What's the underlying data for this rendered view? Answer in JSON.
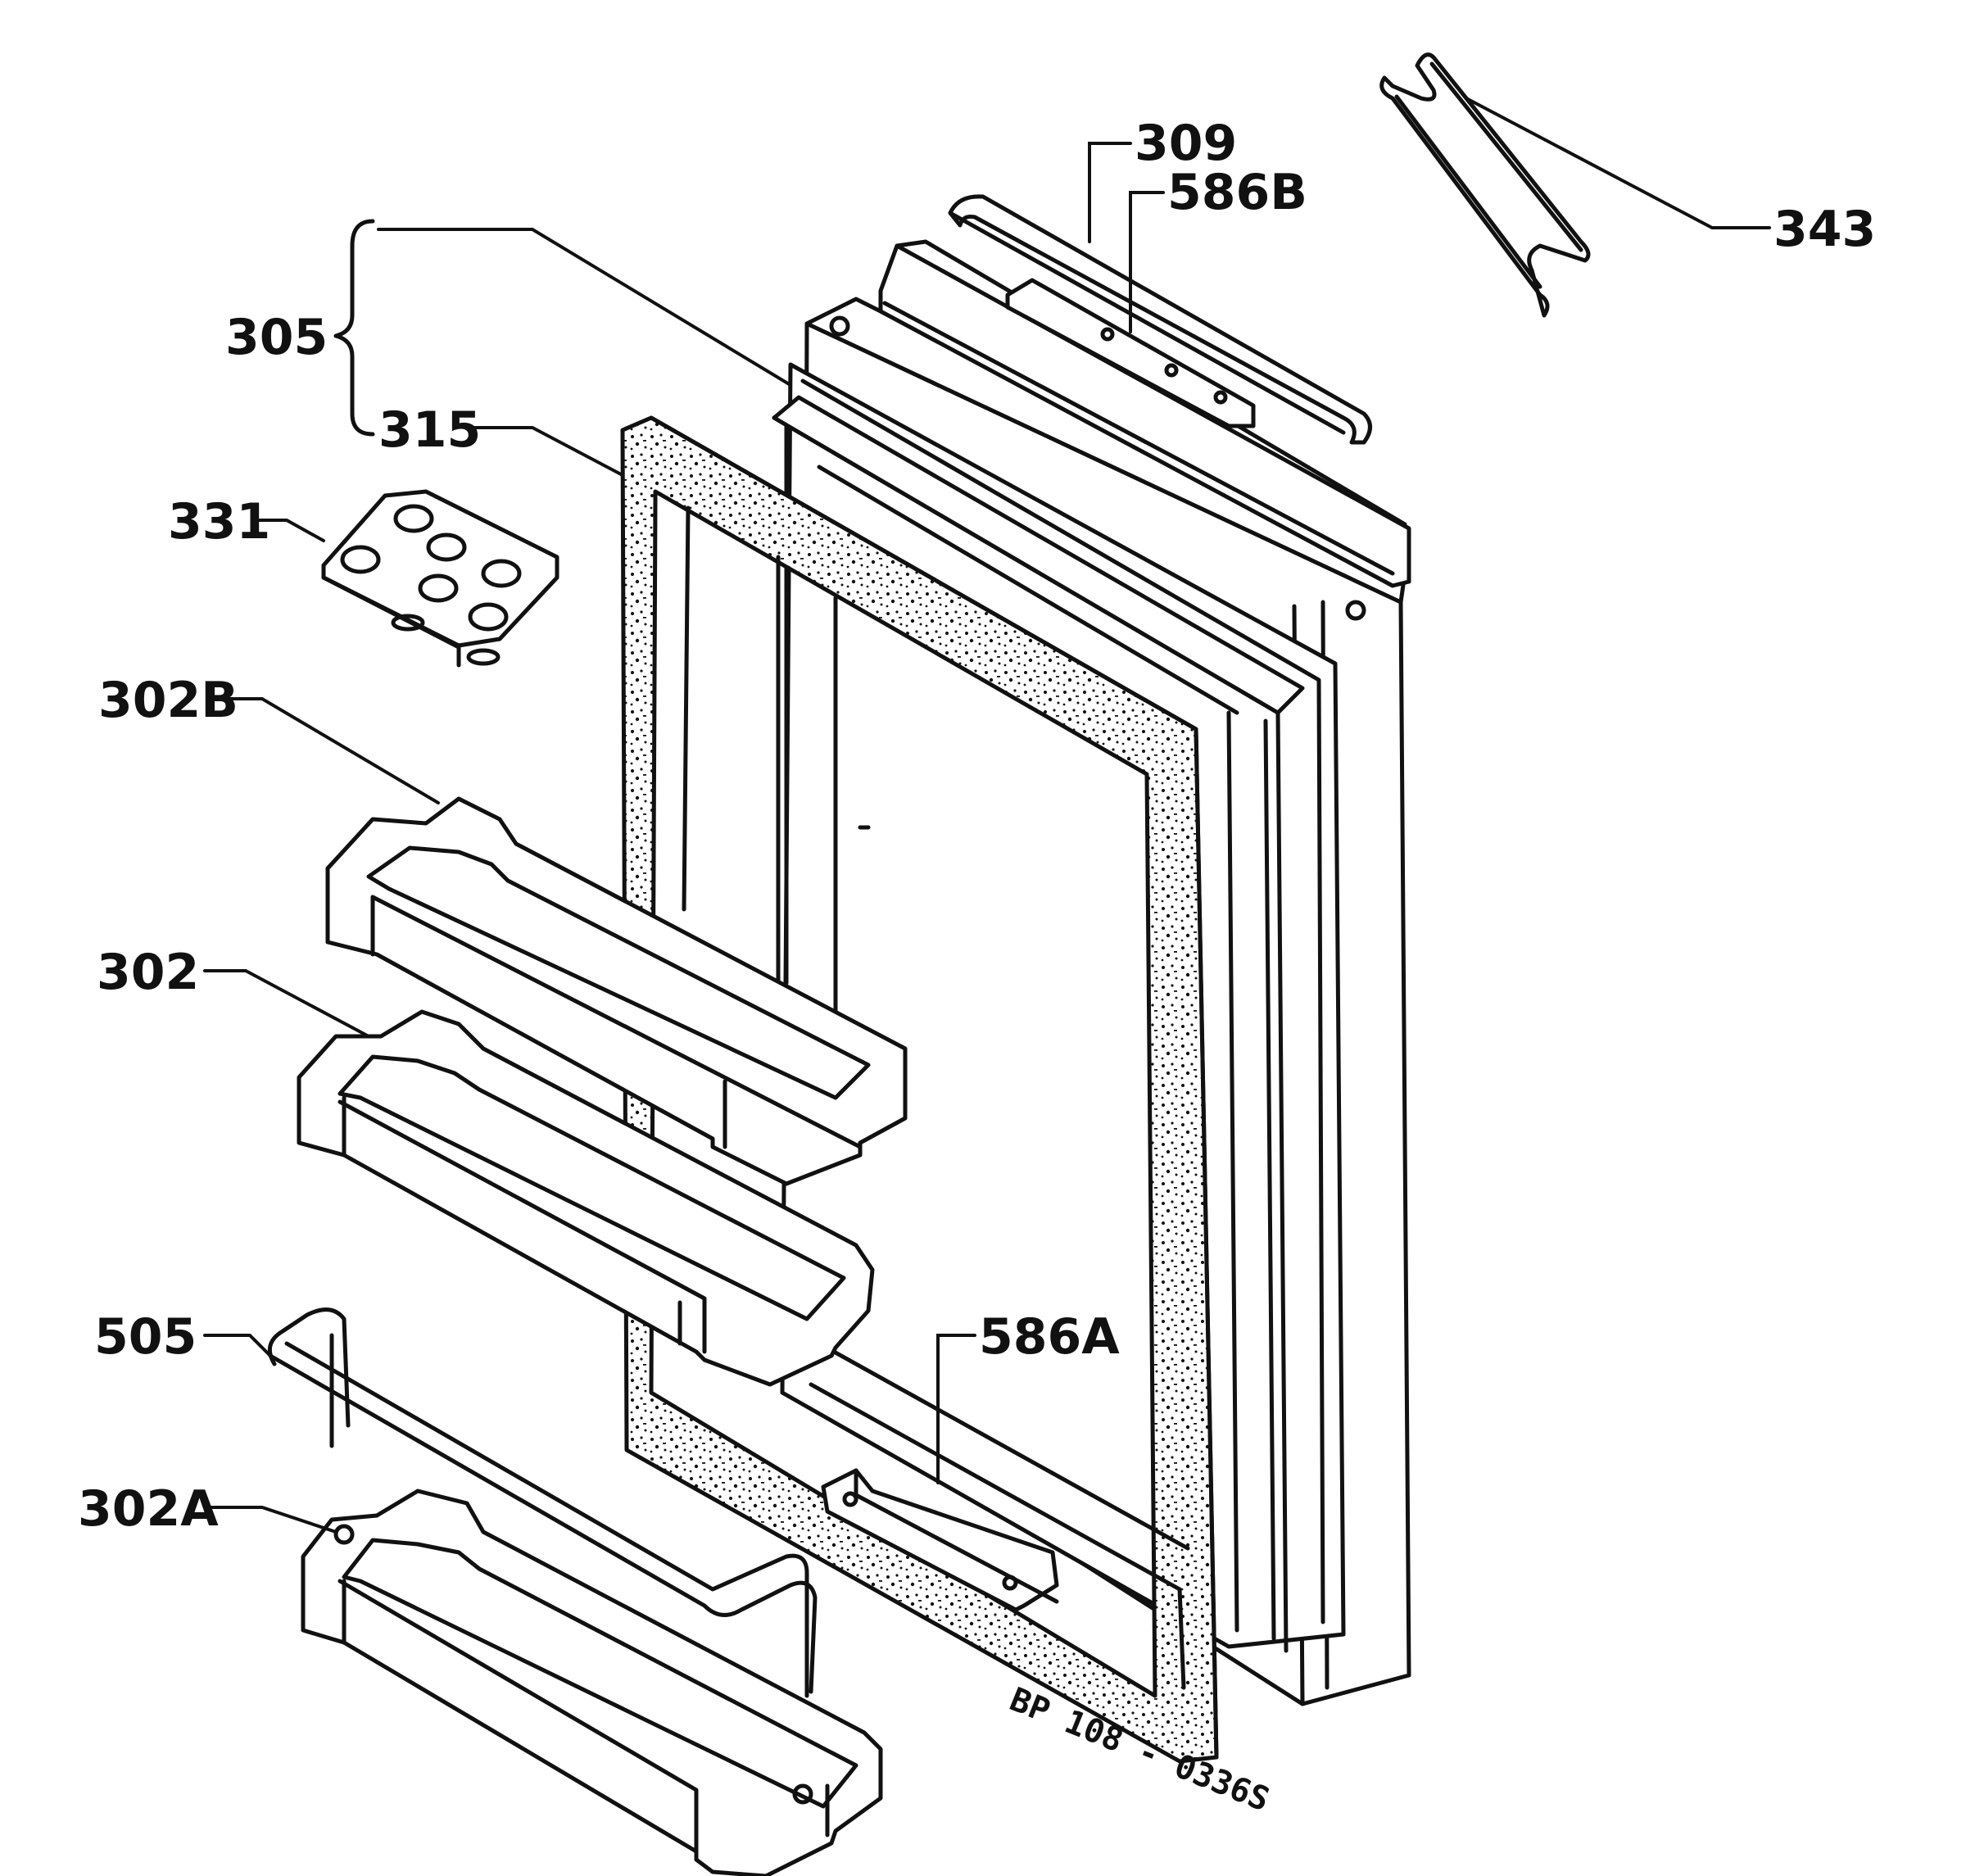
{
  "parts": [
    {
      "id": "309",
      "label": "309"
    },
    {
      "id": "586B",
      "label": "586B"
    },
    {
      "id": "343",
      "label": "343"
    },
    {
      "id": "305",
      "label": "305"
    },
    {
      "id": "315",
      "label": "315"
    },
    {
      "id": "331",
      "label": "331"
    },
    {
      "id": "302B",
      "label": "302B"
    },
    {
      "id": "302",
      "label": "302"
    },
    {
      "id": "586A",
      "label": "586A"
    },
    {
      "id": "505",
      "label": "505"
    },
    {
      "id": "302A",
      "label": "302A"
    }
  ],
  "drawing_code": "BP 108 - 0336S",
  "colors": {
    "ink": "#111111",
    "paper": "#ffffff"
  }
}
